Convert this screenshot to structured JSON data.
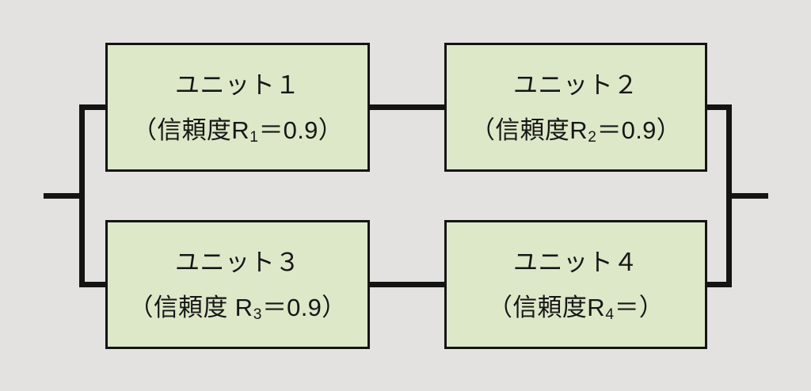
{
  "diagram": {
    "type": "reliability-block-diagram",
    "title": "",
    "background_color": "#e3e2e0",
    "block_fill_color": "#dde8c8",
    "line_color": "#141414",
    "topology": "two parallel branches, each with two units in series",
    "blocks": [
      {
        "id": "unit-1",
        "title": "ユニット１",
        "reliability_label": "（信頼度R",
        "reliability_subscript": "1",
        "reliability_equals": "＝",
        "reliability_value": "0.9",
        "reliability_close": "）",
        "value_numeric": 0.9,
        "row": "top",
        "column": "left"
      },
      {
        "id": "unit-2",
        "title": "ユニット２",
        "reliability_label": "（信頼度R",
        "reliability_subscript": "2",
        "reliability_equals": "＝",
        "reliability_value": "0.9",
        "reliability_close": "）",
        "value_numeric": 0.9,
        "row": "top",
        "column": "right"
      },
      {
        "id": "unit-3",
        "title": "ユニット３",
        "reliability_label": "（信頼度 R",
        "reliability_subscript": "3",
        "reliability_equals": "＝",
        "reliability_value": "0.9",
        "reliability_close": "）",
        "value_numeric": 0.9,
        "row": "bottom",
        "column": "left"
      },
      {
        "id": "unit-4",
        "title": "ユニット４",
        "reliability_label": "（信頼度R",
        "reliability_subscript": "4",
        "reliability_equals": "＝",
        "reliability_value": " ",
        "reliability_close": "）",
        "value_numeric": null,
        "row": "bottom",
        "column": "right"
      }
    ],
    "connectors": [
      {
        "id": "left-terminal",
        "orientation": "horizontal"
      },
      {
        "id": "left-bus",
        "orientation": "vertical"
      },
      {
        "id": "left-top-stub",
        "orientation": "horizontal"
      },
      {
        "id": "left-bot-stub",
        "orientation": "horizontal"
      },
      {
        "id": "mid-top",
        "orientation": "horizontal"
      },
      {
        "id": "mid-bottom",
        "orientation": "horizontal"
      },
      {
        "id": "right-top-stub",
        "orientation": "horizontal"
      },
      {
        "id": "right-bot-stub",
        "orientation": "horizontal"
      },
      {
        "id": "right-bus",
        "orientation": "vertical"
      },
      {
        "id": "right-terminal",
        "orientation": "horizontal"
      }
    ]
  }
}
